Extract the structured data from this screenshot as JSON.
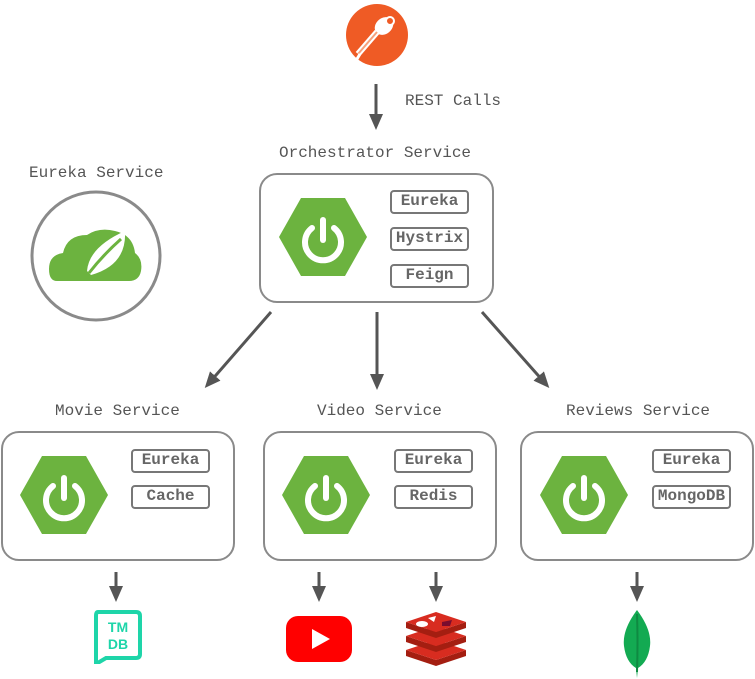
{
  "client": {
    "icon": "postman-icon",
    "edge_label": "REST Calls"
  },
  "eureka_service": {
    "label": "Eureka Service",
    "icon": "spring-cloud-icon"
  },
  "orchestrator": {
    "label": "Orchestrator Service",
    "tags": [
      "Eureka",
      "Hystrix",
      "Feign"
    ]
  },
  "movie": {
    "label": "Movie Service",
    "tags": [
      "Eureka",
      "Cache"
    ],
    "backend_icon": "tmdb-icon",
    "backend_text": "TM DB"
  },
  "video": {
    "label": "Video Service",
    "tags": [
      "Eureka",
      "Redis"
    ],
    "backend_icons": [
      "youtube-icon",
      "redis-icon"
    ]
  },
  "reviews": {
    "label": "Reviews Service",
    "tags": [
      "Eureka",
      "MongoDB"
    ],
    "backend_icon": "mongodb-icon"
  },
  "colors": {
    "spring_green": "#6cb33f",
    "postman_orange": "#ef5b25",
    "youtube_red": "#ff0000",
    "redis_red": "#d82c20",
    "mongo_green": "#13aa52",
    "tmdb_green": "#1ed5a9",
    "arrow": "#555555"
  }
}
